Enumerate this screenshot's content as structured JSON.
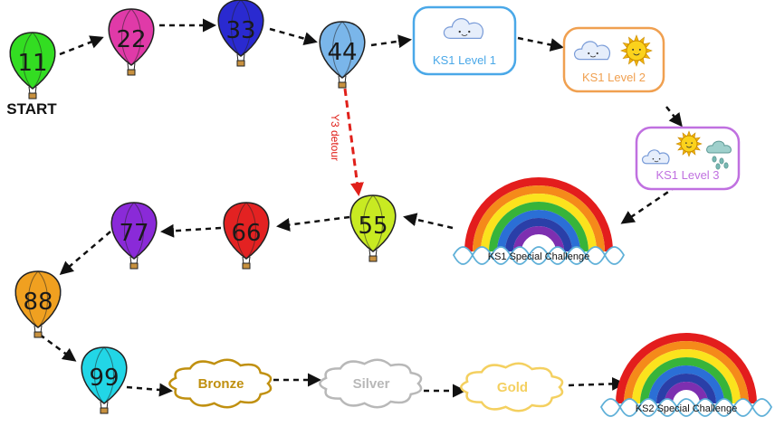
{
  "start_label": "START",
  "balloons": [
    {
      "number": "11",
      "color": "#33dd22"
    },
    {
      "number": "22",
      "color": "#e03aa8"
    },
    {
      "number": "33",
      "color": "#2a2ad0"
    },
    {
      "number": "44",
      "color": "#7ab6ea"
    },
    {
      "number": "55",
      "color": "#c8ea22"
    },
    {
      "number": "66",
      "color": "#e32222"
    },
    {
      "number": "77",
      "color": "#8a2ad8"
    },
    {
      "number": "88",
      "color": "#f0a020"
    },
    {
      "number": "99",
      "color": "#22d6e6"
    }
  ],
  "levels": [
    {
      "label": "KS1 Level 1",
      "color": "#4aa8e8"
    },
    {
      "label": "KS1 Level 2",
      "color": "#f0a050"
    },
    {
      "label": "KS1 Level 3",
      "color": "#c070e0"
    }
  ],
  "rainbows": [
    {
      "label": "KS1 Special Challenge"
    },
    {
      "label": "KS2 Special Challenge"
    }
  ],
  "medals": [
    {
      "label": "Bronze",
      "color": "#c09010"
    },
    {
      "label": "Silver",
      "color": "#b8b8b8"
    },
    {
      "label": "Gold",
      "color": "#f4d060"
    }
  ],
  "detour_label": "Y3 detour",
  "colors": {
    "arrow": "#111111",
    "detour_arrow": "#e0201a"
  }
}
